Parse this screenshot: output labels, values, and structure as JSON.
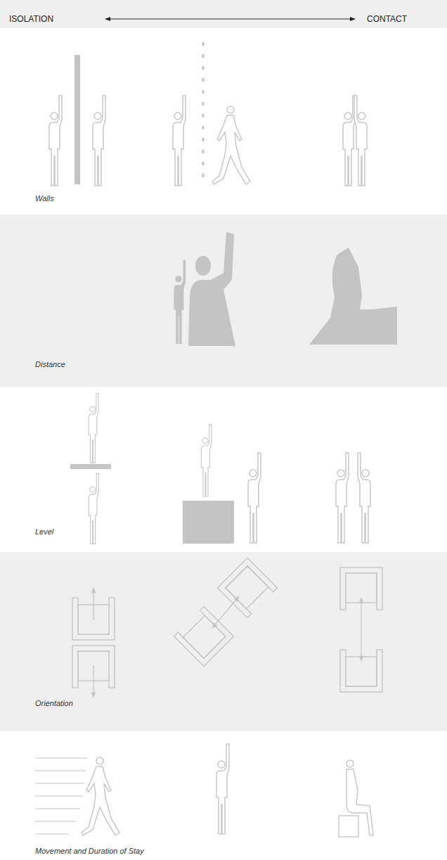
{
  "diagram": {
    "labels": [
      "ISOLATION",
      "CONTACT",
      "Walls",
      "Distance",
      "Level",
      "Orientation",
      "Movement and Duration of Stay"
    ]
  }
}
